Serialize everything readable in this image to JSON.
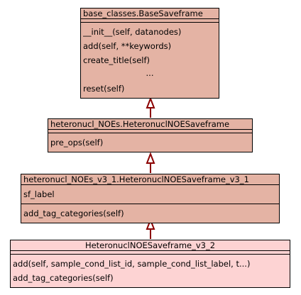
{
  "nodes": [
    {
      "id": "base",
      "title": "base_classes.BaseSaveframe",
      "attributes": [],
      "methods": [
        "__init__(self, datanodes)",
        "add(self, **keywords)",
        "create_title(self)",
        "...",
        "reset(self)"
      ]
    },
    {
      "id": "noe",
      "title": "heteronucl_NOEs.HeteronuclNOESaveframe",
      "attributes": [],
      "methods": [
        "pre_ops(self)"
      ]
    },
    {
      "id": "noe31",
      "title": "heteronucl_NOEs_v3_1.HeteronuclNOESaveframe_v3_1",
      "attributes": [
        "sf_label"
      ],
      "methods": [
        "add_tag_categories(self)"
      ]
    },
    {
      "id": "noe32",
      "title": "HeteronuclNOESaveframe_v3_2",
      "attributes": [],
      "methods": [
        "add(self, sample_cond_list_id, sample_cond_list_label, t...)",
        "add_tag_categories(self)"
      ]
    }
  ],
  "colors": {
    "class_fill": "#e4b3a4",
    "highlight_fill": "#fdd3d3",
    "arrow": "#8b0000"
  }
}
